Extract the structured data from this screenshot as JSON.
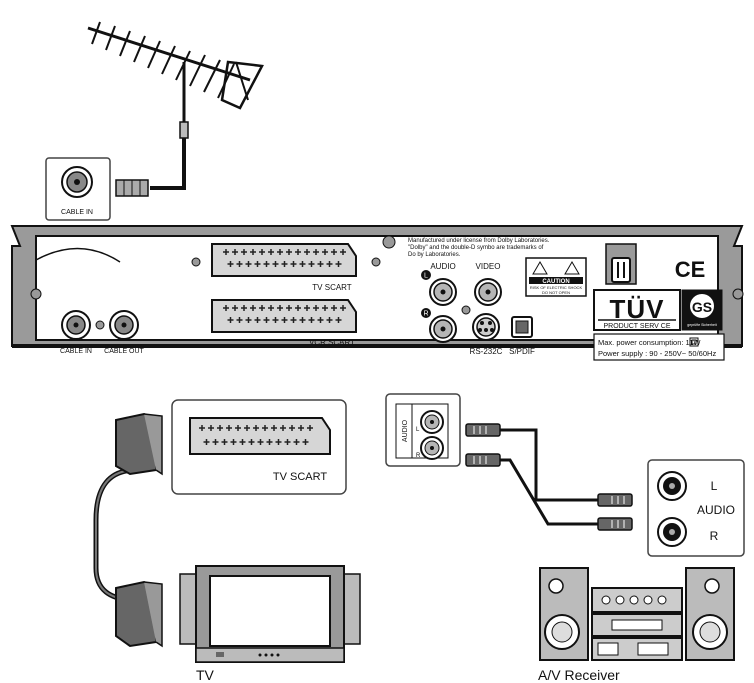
{
  "antenna_box": {
    "label": "CABLE IN"
  },
  "receiver": {
    "dolby_notice": [
      "Manufactured under license from Dolby Laboratories.",
      "\"Dolby\" and the double-D symbo  are trademarks of",
      "Do by Laboratories."
    ],
    "ports": {
      "cable_in": "CABLE IN",
      "cable_out": "CABLE OUT",
      "tv_scart": "TV SCART",
      "vcr_scart": "VCR SCART",
      "audio": "AUDIO",
      "video": "VIDEO",
      "audio_left_marker": "L",
      "audio_right_marker": "R",
      "rs232c": "RS-232C",
      "spdif": "S/PDIF"
    },
    "caution": {
      "title": "CAUTION",
      "line1": "RISK OF ELECTRIC SHOCK",
      "line2": "DO NOT OPEN"
    },
    "ce_mark": "CE",
    "tuv": {
      "logo": "TÜV",
      "subtitle": "PRODUCT SERV CE"
    },
    "gs": {
      "logo": "GS",
      "small": "geprüfte Sicherheit"
    },
    "power_info": {
      "line1": "Max. power consumption: 11W",
      "line2": "Power supply : 90 - 250V~  50/60Hz"
    }
  },
  "tv_scart_panel": {
    "label": "TV SCART"
  },
  "audio_panel": {
    "vertical_label": "AUDIO",
    "left": "L",
    "right": "R"
  },
  "receiver_audio_in": {
    "left": "L",
    "center": "AUDIO",
    "right": "R"
  },
  "device_labels": {
    "tv": "TV",
    "av_receiver": "A/V Receiver"
  },
  "colors": {
    "chassis": "#9a9a9a",
    "outline": "#111111",
    "panel": "#ffffff",
    "port_fill": "#b5b5b5"
  }
}
